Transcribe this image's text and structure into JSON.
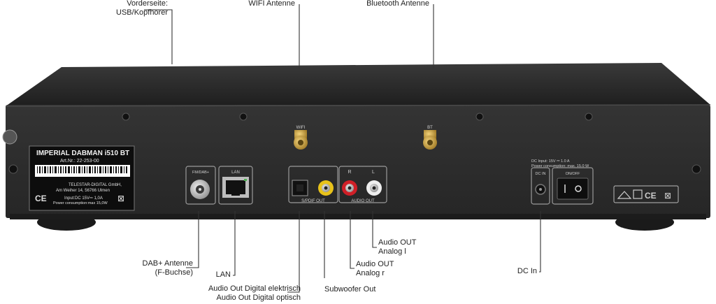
{
  "callouts": {
    "front": [
      "Vorderseite:",
      "USB/Kopfhörer"
    ],
    "wifi": "WIFI Antenne",
    "bluetooth": "Bluetooth Antenne",
    "dab": [
      "DAB+ Antenne",
      "(F-Buchse)"
    ],
    "lan": "LAN",
    "digital": [
      "Audio Out Digital elektrisch",
      "Audio Out Digital optisch"
    ],
    "subwoofer": "Subwoofer Out",
    "audio_r": [
      "Audio OUT",
      "Analog r"
    ],
    "audio_l": [
      "Audio OUT",
      "Analog l"
    ],
    "dc_in": "DC In"
  },
  "device": {
    "brand_label": "IMPERIAL DABMAN i510 BT",
    "article": "Art.Nr.: 22-253-00",
    "maker": [
      "TELESTAR-DIGITAL GmbH,",
      "Am Weiher 14, 56766 Ulmen"
    ],
    "power_label": [
      "Input:DC 15V⎓ 1,0A",
      "Power consumption:max 15,0W"
    ],
    "ports": {
      "dab": "FM/DAB+",
      "lan": "LAN",
      "spdif": "S/PDIF OUT",
      "audio_out": "AUDIO OUT",
      "r": "R",
      "l": "L",
      "wifi": "WIFI",
      "bt": "BT",
      "dc_in": "DC IN",
      "on_off": "ON/OFF",
      "dc_spec": [
        "DC Input: 15V ⎓ 1.0 A",
        "Power consumption: max. 15.0 W"
      ]
    }
  },
  "colors": {
    "chassis": "#2a2a2a",
    "panel": "#303030",
    "gold": "#c9a33a"
  }
}
